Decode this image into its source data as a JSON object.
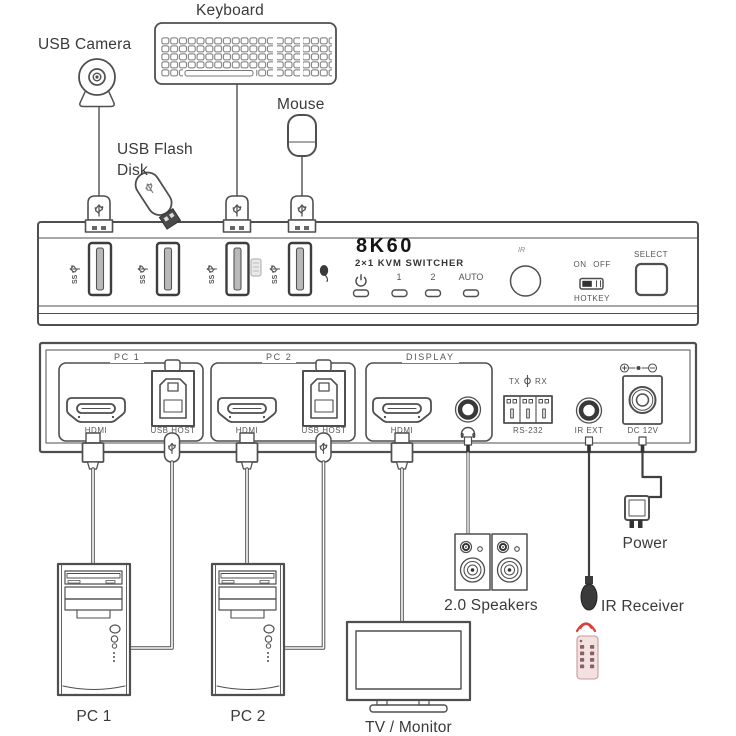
{
  "top_devices": {
    "keyboard_label": "Keyboard",
    "usb_camera_label": "USB Camera",
    "mouse_label": "Mouse",
    "usb_flash_label_line1": "USB Flash",
    "usb_flash_label_line2": "Disk"
  },
  "front_panel": {
    "model": "8K60",
    "subtitle": "2×1 KVM SWITCHER",
    "usb3_logo": "SS",
    "indicators": [
      "1",
      "2",
      "AUTO"
    ],
    "ir_label": "IR",
    "on_label": "ON",
    "off_label": "OFF",
    "hotkey_label": "HOTKEY",
    "select_label": "SELECT"
  },
  "back_panel": {
    "groups": [
      {
        "label": "PC 1",
        "port1": "HDMI",
        "port2": "USB HOST"
      },
      {
        "label": "PC 2",
        "port1": "HDMI",
        "port2": "USB HOST"
      },
      {
        "label": "DISPLAY",
        "port1": "HDMI"
      }
    ],
    "serial": {
      "tx": "TX",
      "rx": "RX",
      "label": "RS-232"
    },
    "ir_ext_label": "IR EXT",
    "dc_label": "DC 12V"
  },
  "bottom_devices": {
    "pc1_label": "PC 1",
    "pc2_label": "PC 2",
    "tv_label": "TV / Monitor",
    "speakers_label": "2.0 Speakers",
    "ir_receiver_label": "IR Receiver",
    "power_label": "Power"
  },
  "icons": {
    "usb_trident": "fork-glyph",
    "headphones": "arc-with-earpads",
    "power_standby": "circle-with-line",
    "ground": "phi-ground",
    "polarity": "plus-dot-minus"
  },
  "colors": {
    "line": "#4f4f4f",
    "text": "#3a3a3a",
    "accent_red": "#d9413d",
    "remote_body": "#f3e1e1",
    "led_fill": "#b9b9b9"
  }
}
